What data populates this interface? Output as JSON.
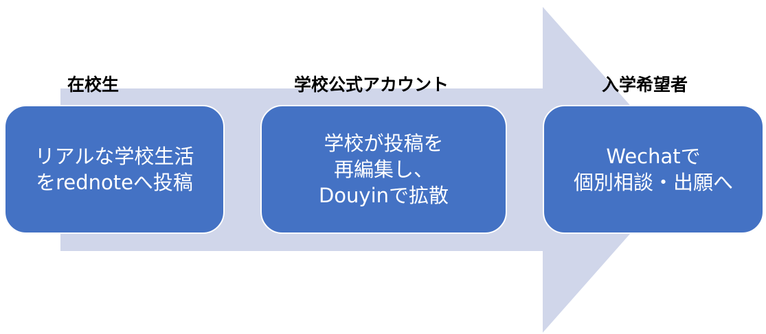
{
  "colors": {
    "arrow": "#d0d6ea",
    "box_fill": "#4472c4",
    "box_border": "#ffffff",
    "box_text": "#ffffff",
    "label_text": "#000000"
  },
  "stages": [
    {
      "label": "在校生",
      "lines": [
        "リアルな学校生活",
        "をrednoteへ投稿"
      ]
    },
    {
      "label": "学校公式アカウント",
      "lines": [
        "学校が投稿を",
        "再編集し、",
        "Douyinで拡散"
      ]
    },
    {
      "label": "入学希望者",
      "lines": [
        "Wechatで",
        "個別相談・出願へ"
      ]
    }
  ]
}
